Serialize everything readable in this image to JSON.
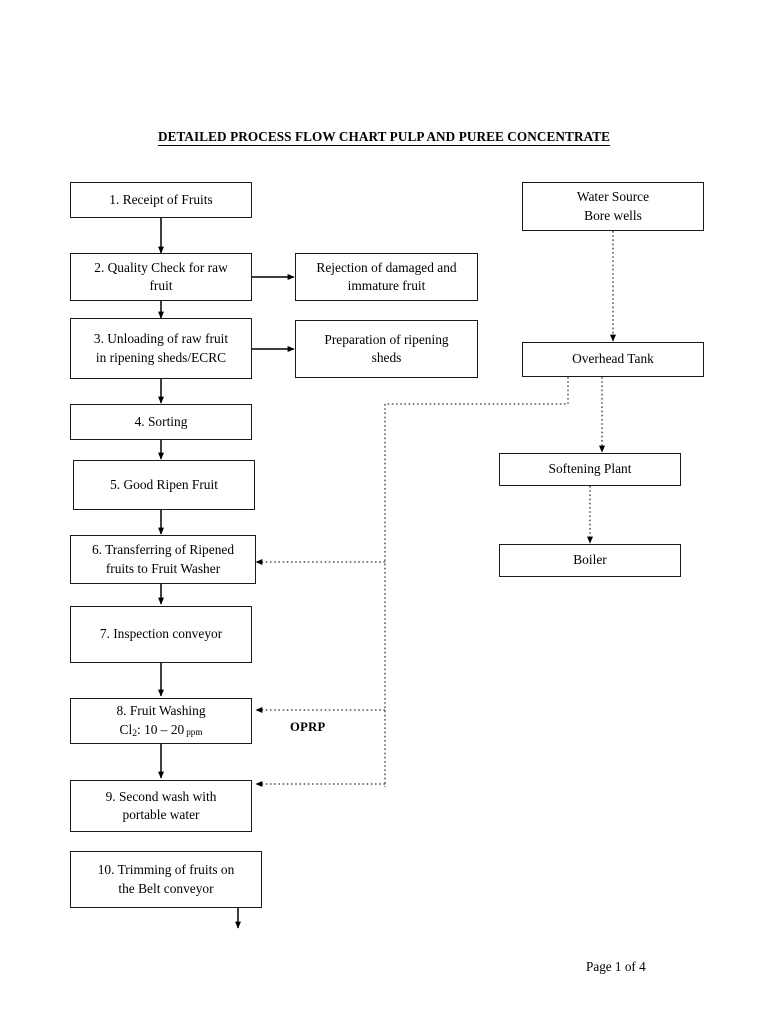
{
  "document": {
    "title": "DETAILED PROCESS FLOW CHART PULP AND PUREE CONCENTRATE",
    "footer": "Page 1 of 4",
    "page_number": 1,
    "page_total": 4
  },
  "colors": {
    "background": "#ffffff",
    "text": "#000000",
    "box_border": "#1a1a1a",
    "solid_connector": "#000000",
    "dotted_connector": "#555555"
  },
  "process_steps": [
    {
      "id": "step-1",
      "number": "1.",
      "label": "1. Receipt of Fruits"
    },
    {
      "id": "step-2",
      "number": "2.",
      "line1": "2. Quality Check for raw",
      "line2": "fruit"
    },
    {
      "id": "step-3",
      "number": "3.",
      "line1": "3. Unloading of raw fruit",
      "line2": "in ripening sheds/ECRC"
    },
    {
      "id": "step-4",
      "number": "4.",
      "label": "4. Sorting"
    },
    {
      "id": "step-5",
      "number": "5.",
      "label": "5. Good Ripen Fruit"
    },
    {
      "id": "step-6",
      "number": "6.",
      "line1": "6. Transferring of Ripened",
      "line2": "fruits to Fruit Washer"
    },
    {
      "id": "step-7",
      "number": "7.",
      "label": "7. Inspection conveyor"
    },
    {
      "id": "step-8",
      "number": "8.",
      "line1": "8. Fruit Washing",
      "chem_formula": "Cl",
      "chem_subscript": "2",
      "chem_value": ": 10 – 20",
      "chem_unit": "ppm"
    },
    {
      "id": "step-9",
      "number": "9.",
      "line1": "9. Second wash with",
      "line2": "portable water"
    },
    {
      "id": "step-10",
      "number": "10.",
      "line1": "10. Trimming of fruits on",
      "line2": "the Belt conveyor"
    }
  ],
  "side_outputs": [
    {
      "id": "rejection",
      "line1": "Rejection of damaged and",
      "line2": "immature fruit",
      "from_step": "2."
    },
    {
      "id": "ripening-prep",
      "line1": "Preparation of ripening",
      "line2": "sheds",
      "from_step": "3."
    }
  ],
  "utility_stream": [
    {
      "id": "water-source",
      "line1": "Water Source",
      "line2": "Bore wells"
    },
    {
      "id": "overhead-tank",
      "label": "Overhead Tank"
    },
    {
      "id": "softening-plant",
      "label": "Softening Plant"
    },
    {
      "id": "boiler",
      "label": "Boiler"
    }
  ],
  "annotations": [
    {
      "id": "oprp",
      "label": "OPRP"
    }
  ],
  "water_supply_targets": [
    "6. Transferring of Ripened fruits to Fruit Washer",
    "8. Fruit Washing",
    "9. Second wash with portable water"
  ]
}
